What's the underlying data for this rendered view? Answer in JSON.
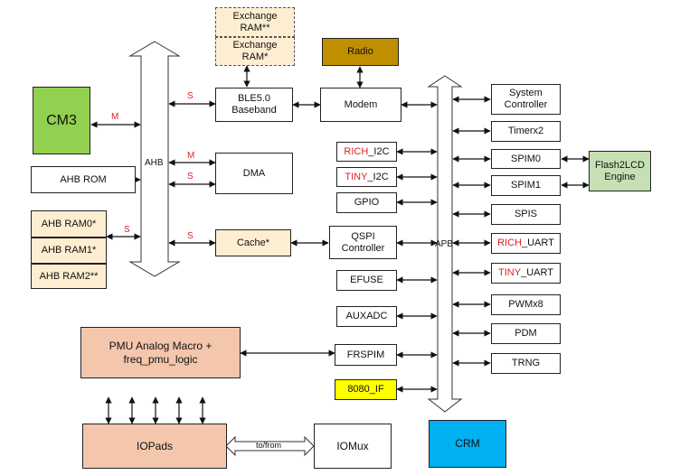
{
  "blocks": {
    "exchange_ram_1": "Exchange\nRAM**",
    "exchange_ram_2": "Exchange\nRAM*",
    "radio": "Radio",
    "cm3": "CM3",
    "ble_baseband": "BLE5.0\nBaseband",
    "modem": "Modem",
    "ahb_rom": "AHB ROM",
    "dma": "DMA",
    "ahb_ram0": "AHB RAM0*",
    "ahb_ram1": "AHB RAM1*",
    "ahb_ram2": "AHB RAM2**",
    "cache": "Cache*",
    "qspi_controller": "QSPI\nController",
    "rich_i2c": {
      "prefix": "RICH",
      "suffix": "_I2C"
    },
    "tiny_i2c": {
      "prefix": "TINY",
      "suffix": "_I2C"
    },
    "gpio": "GPIO",
    "efuse": "EFUSE",
    "auxadc": "AUXADC",
    "frspim": "FRSPIM",
    "if_8080": "8080_IF",
    "pmu": "PMU Analog Macro +\nfreq_pmu_logic",
    "iopads": "IOPads",
    "iomux": "IOMux",
    "crm": "CRM",
    "system_controller": "System\nController",
    "timerx2": "Timerx2",
    "spim0": "SPIM0",
    "spim1": "SPIM1",
    "spis": "SPIS",
    "rich_uart": {
      "prefix": "RICH",
      "suffix": "_UART"
    },
    "tiny_uart": {
      "prefix": "TINY",
      "suffix": "_UART"
    },
    "pwmx8": "PWMx8",
    "pdm": "PDM",
    "trng": "TRNG",
    "flash2lcd": "Flash2LCD\nEngine"
  },
  "buses": {
    "ahb": "AHB",
    "apb": "APB"
  },
  "port_labels": {
    "master": "M",
    "slave": "S"
  },
  "connector_label": "to/from",
  "colors": {
    "cm3": "#92d050",
    "radio": "#bf8f00",
    "cream": "#fdeed1",
    "salmon": "#f4c7ad",
    "crm": "#00b0f0",
    "if_8080": "#ffff00",
    "flash2lcd": "#c6e0b4",
    "accent_red": "#e02020"
  }
}
